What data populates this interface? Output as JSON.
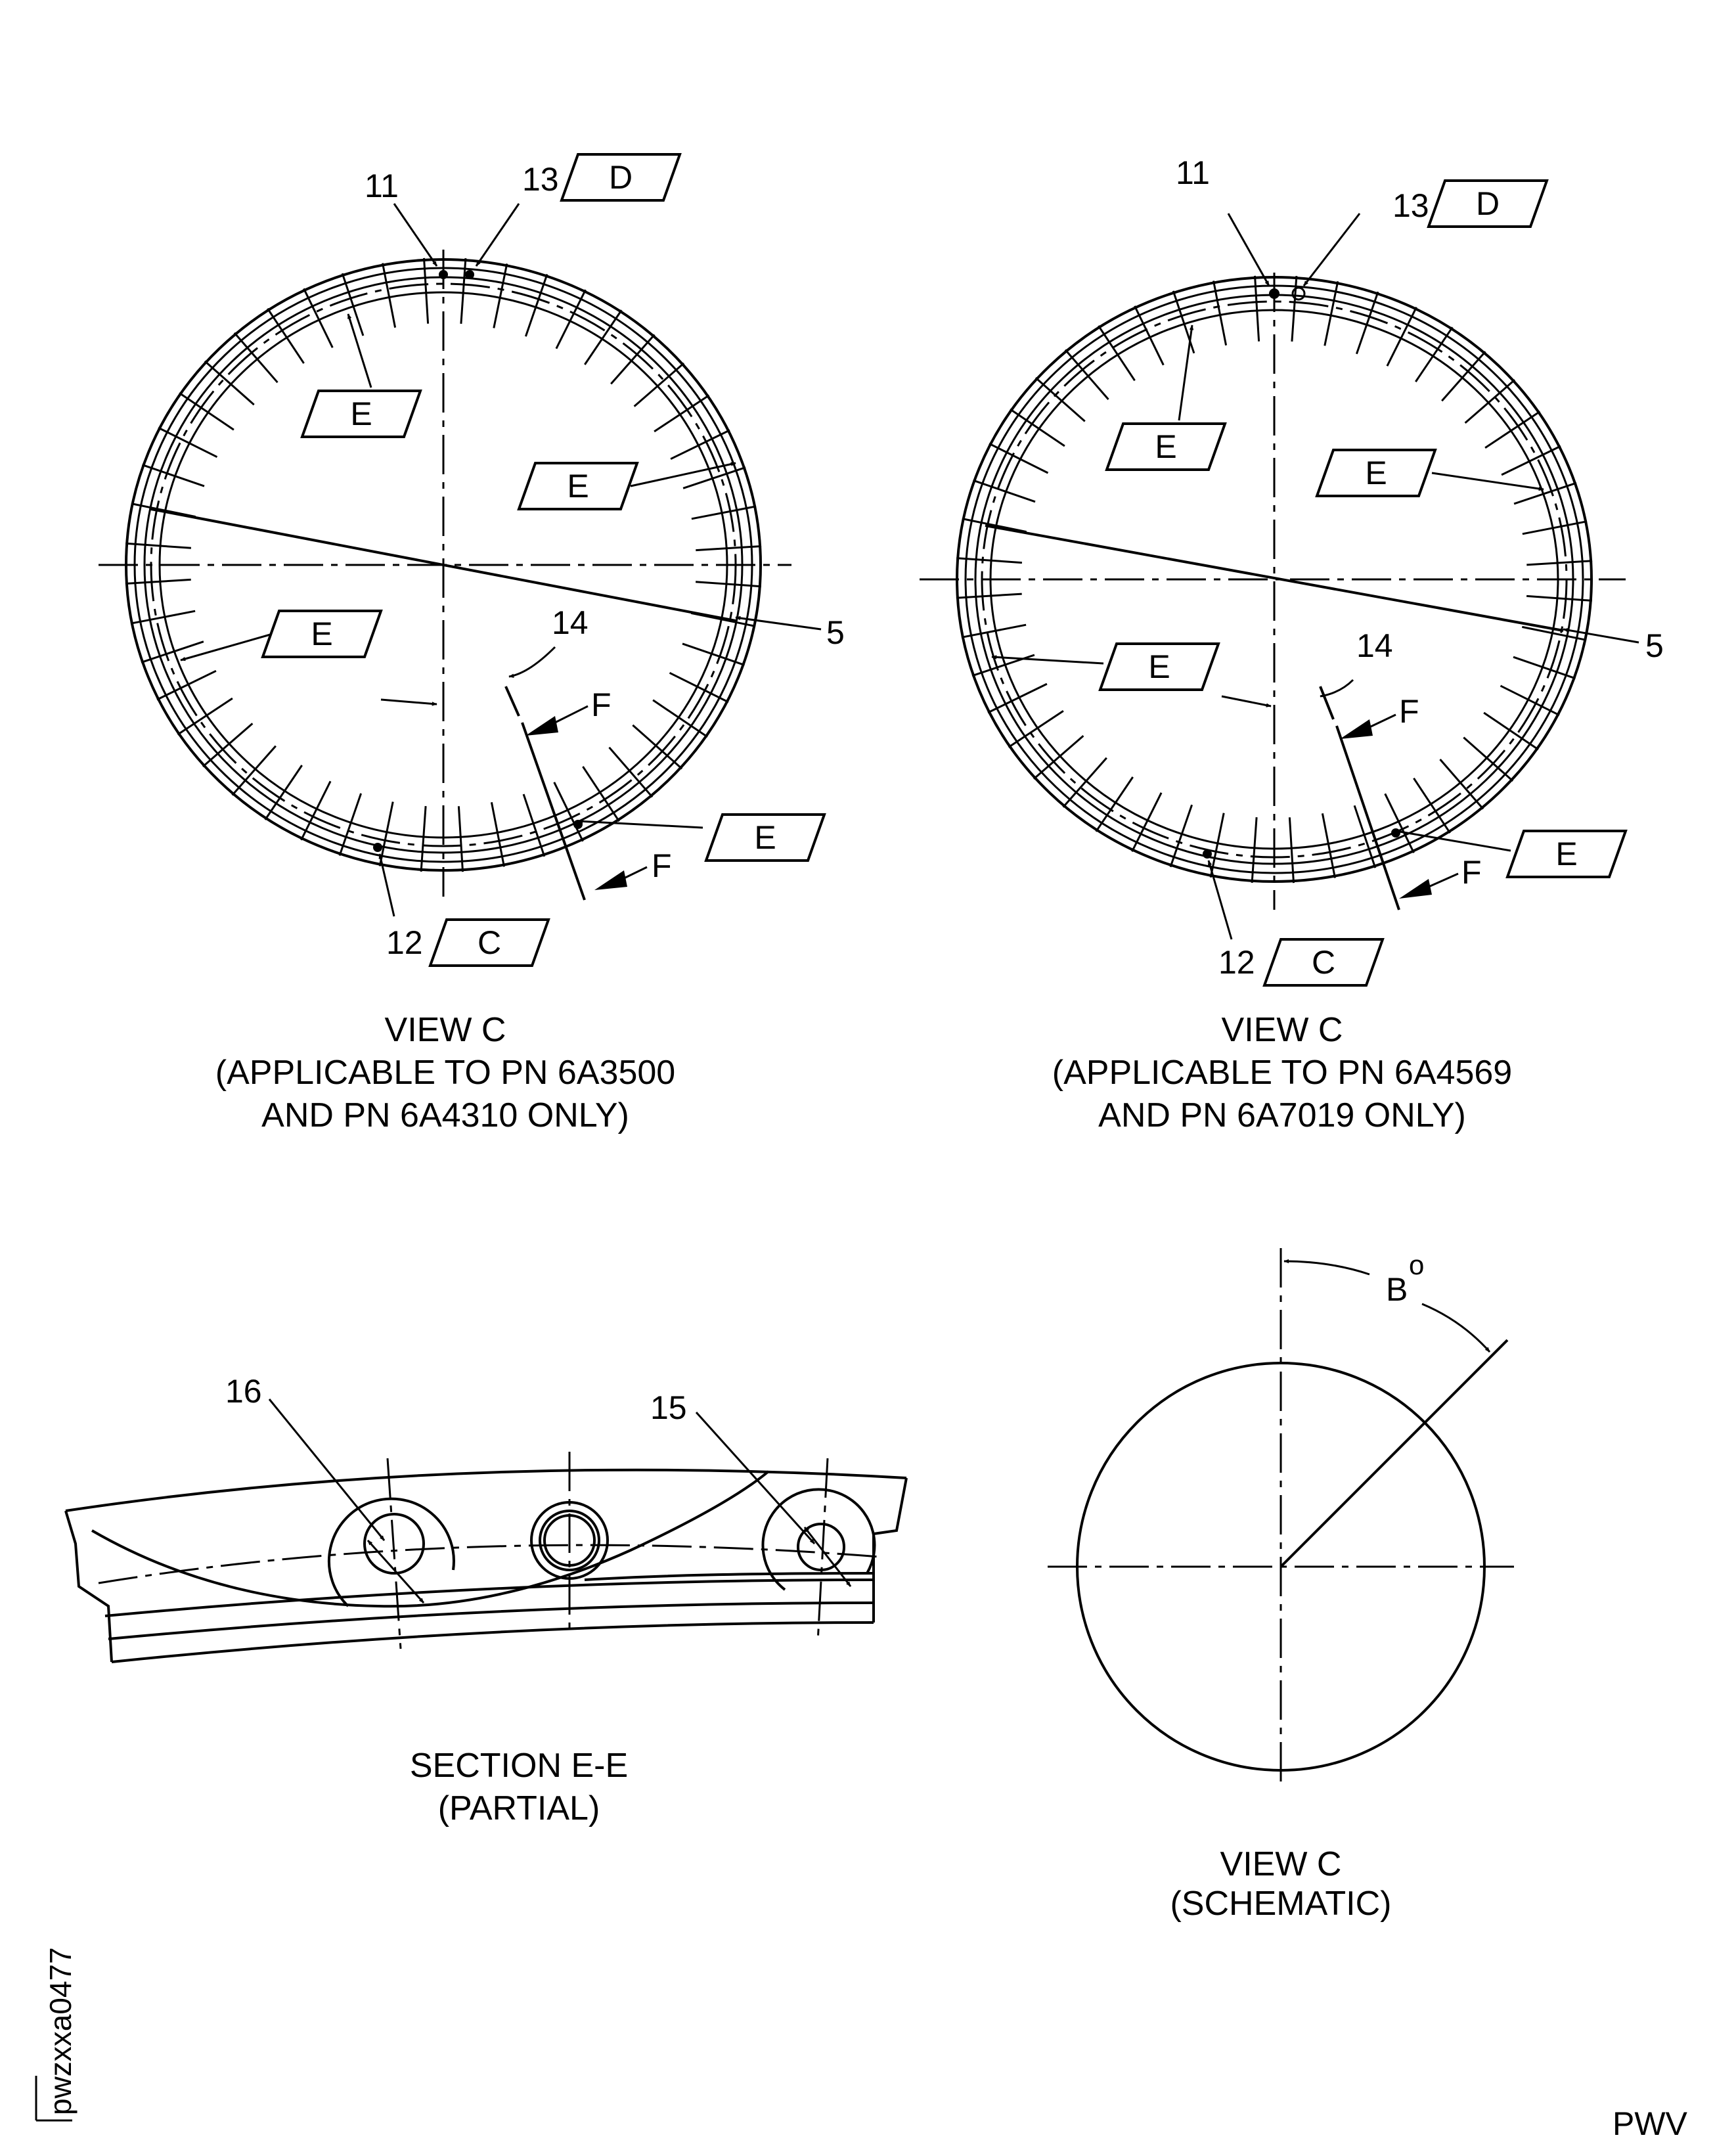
{
  "views": {
    "left": {
      "balloons": {
        "item_11": "11",
        "item_13": "13",
        "item_12": "12",
        "item_5": "5",
        "item_14": "14"
      },
      "flags": {
        "d": "D",
        "c": "C",
        "e": "E"
      },
      "section_letter": "F",
      "caption": [
        "VIEW C",
        "(APPLICABLE TO PN 6A3500",
        "AND PN 6A4310 ONLY)"
      ]
    },
    "right": {
      "balloons": {
        "item_11": "11",
        "item_13": "13",
        "item_12": "12",
        "item_5": "5",
        "item_14": "14"
      },
      "flags": {
        "d": "D",
        "c": "C",
        "e": "E"
      },
      "section_letter": "F",
      "caption": [
        "VIEW C",
        "(APPLICABLE TO PN 6A4569",
        "AND PN 6A7019 ONLY)"
      ]
    },
    "section": {
      "balloons": {
        "item_16": "16",
        "item_15": "15"
      },
      "caption": [
        "SECTION E-E",
        "(PARTIAL)"
      ]
    },
    "schematic": {
      "angle_label": "B",
      "degree_mark": "o",
      "caption": [
        "VIEW C",
        "(SCHEMATIC)"
      ]
    }
  },
  "figure_id": "pwzxxa0477",
  "footer_code": "PWV"
}
